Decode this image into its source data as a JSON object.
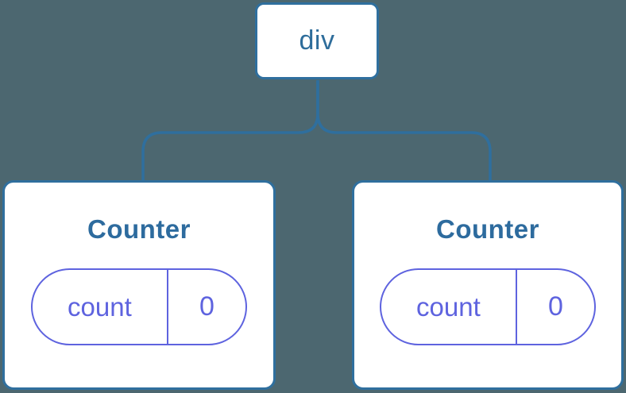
{
  "diagram": {
    "colors": {
      "background": "#4C6770",
      "tree_line": "#2F6F9E",
      "node_background": "#FFFFFF",
      "node_label": "#2E6D9B",
      "component_title": "#2D6B9E",
      "state_accent": "#5E63DF"
    },
    "root": {
      "label": "div"
    },
    "children": [
      {
        "title": "Counter",
        "state": {
          "key": "count",
          "value": "0"
        }
      },
      {
        "title": "Counter",
        "state": {
          "key": "count",
          "value": "0"
        }
      }
    ]
  }
}
